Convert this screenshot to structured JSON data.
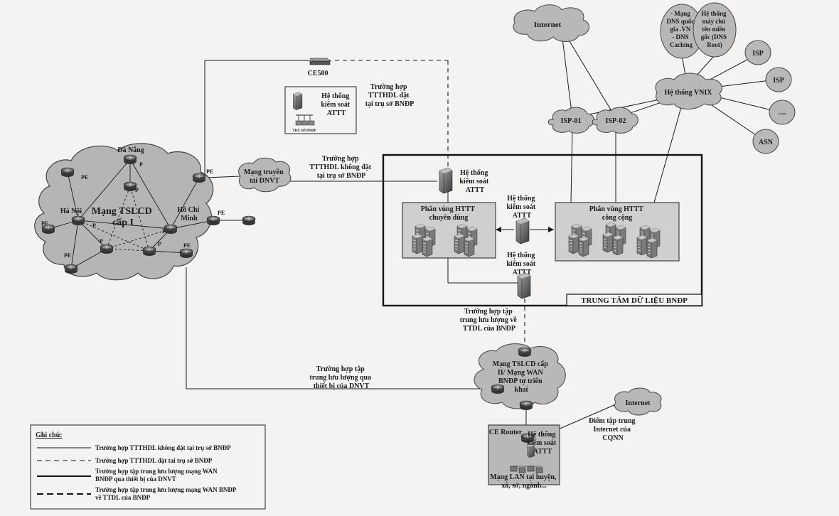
{
  "nodes": {
    "internet_top": "Internet",
    "dns_quocgia": [
      "- Mạng",
      "DNS quốc",
      "gia .VN",
      "- DNS",
      "Caching"
    ],
    "dns_root": [
      "Hệ thống",
      "máy chủ",
      "tên miền",
      "gốc (DNS",
      "Root)"
    ],
    "isp1": "ISP",
    "isp2": "ISP",
    "dots": "....",
    "asn": "ASN",
    "vnix": "Hệ thống VNIX",
    "isp01": "ISP-01",
    "isp02": "ISP-02",
    "ce500": "CE500",
    "mang_truyen_tai": [
      "Mạng truyền",
      "tải DNVT"
    ],
    "tslcd1": [
      "Mạng TSLCD",
      "cấp I"
    ],
    "danang": "Đà Nẵng",
    "hanoi": "Hà Nội",
    "hcm": [
      "Hồ Chí",
      "Minh"
    ],
    "pe": "PE",
    "p": "P",
    "tru_so": "TRỤ SỞ BNĐP",
    "tslcd2": [
      "Mạng TSLCD cấp",
      "II/ Mạng WAN",
      "BNĐP tự triển",
      "khai"
    ],
    "internet_bottom": "Internet",
    "ce_router": "CE Router",
    "lan": [
      "Mạng LAN tại huyện,",
      "xã, sở, ngành..."
    ]
  },
  "boxes": {
    "kiem_soat_label": [
      "Hệ thống",
      "kiểm soát",
      "ATTT"
    ],
    "phan_vung_chuyen_dung": [
      "Phân vùng HTTT",
      "chuyên dùng"
    ],
    "phan_vung_cong_cong": [
      "Phân vùng HTTT",
      "công cộng"
    ],
    "data_center_title": "TRUNG TÂM DỮ LIỆU BNĐP"
  },
  "annotations": {
    "case_dat_tai_tru_so": [
      "Trường hợp",
      "TTTHDL đặt",
      "tại trụ sở BNĐP"
    ],
    "case_khong_dat": [
      "Trường hợp",
      "TTTHDL không đặt",
      "tại trụ sở BNĐP"
    ],
    "case_tap_trung_ttdl": [
      "Trường hợp tập",
      "trung lưu lượng về",
      "TTDL của BNĐP"
    ],
    "case_tap_trung_dnvt": [
      "Trường hợp tập",
      "trung lưu lượng qua",
      "thiết bị của DNVT"
    ],
    "diem_tap_trung": [
      "Điểm tập trung",
      "Internet của",
      "CQNN"
    ]
  },
  "legend": {
    "title": "Ghi chú:",
    "items": [
      {
        "style": "solid-thin",
        "text": [
          "Trường hợp TTTHDL không đặt tại trụ sở BNĐP"
        ]
      },
      {
        "style": "dashed-thin",
        "text": [
          "Trường hợp TTTHDL đặt tai trụ sở BNĐP"
        ]
      },
      {
        "style": "solid-thick",
        "text": [
          "Trường hợp tập trung lưu lượng mạng WAN",
          "BNĐP qua thiết bị của DNVT"
        ]
      },
      {
        "style": "dashed-thick",
        "text": [
          "Trường hợp tập trung lưu lượng mạng WAN BNĐP",
          "về TTDL của BNĐP"
        ]
      }
    ]
  },
  "colors": {
    "cloud_fill": "#b8b8b8",
    "cloud_stroke": "#444444",
    "router_fill": "#6a6a6a",
    "server_fill": "#8c8c8c",
    "box_fill": "#cfcfcf",
    "line": "#1a1a1a"
  },
  "icons": {
    "router": "router-icon",
    "firewall": "firewall-icon",
    "server": "server-rack-icon",
    "computer": "computer-icon"
  }
}
